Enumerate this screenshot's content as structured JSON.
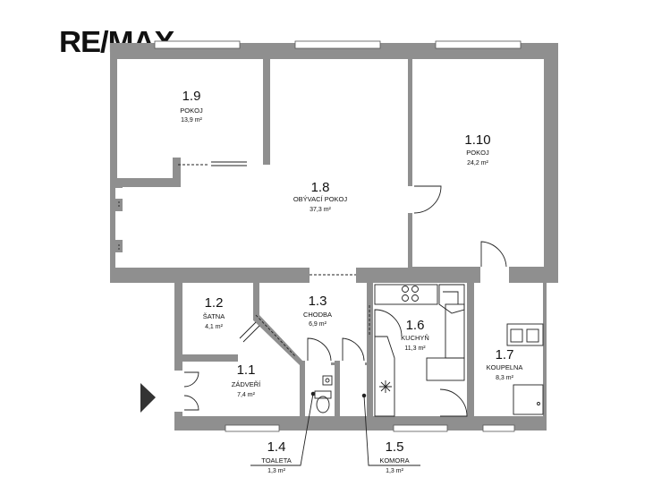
{
  "brand": {
    "logo_text": "RE/MAX"
  },
  "rooms": [
    {
      "id": "r19",
      "number": "1.9",
      "name": "POKOJ",
      "area": "13,9 m²"
    },
    {
      "id": "r18",
      "number": "1.8",
      "name": "OBÝVACÍ POKOJ",
      "area": "37,3 m²"
    },
    {
      "id": "r110",
      "number": "1.10",
      "name": "POKOJ",
      "area": "24,2 m²"
    },
    {
      "id": "r12",
      "number": "1.2",
      "name": "ŠATNA",
      "area": "4,1 m²"
    },
    {
      "id": "r13",
      "number": "1.3",
      "name": "CHODBA",
      "area": "6,9 m²"
    },
    {
      "id": "r16",
      "number": "1.6",
      "name": "KUCHYŇ",
      "area": "11,3 m²"
    },
    {
      "id": "r17",
      "number": "1.7",
      "name": "KOUPELNA",
      "area": "8,3 m²"
    },
    {
      "id": "r11",
      "number": "1.1",
      "name": "ZÁDVEŘÍ",
      "area": "7,4 m²"
    },
    {
      "id": "r14",
      "number": "1.4",
      "name": "TOALETA",
      "area": "1,3 m²"
    },
    {
      "id": "r15",
      "number": "1.5",
      "name": "KOMORA",
      "area": "1,3 m²"
    }
  ],
  "colors": {
    "wall": "#8f8f8f",
    "window": "#d9d9d9",
    "line": "#222222",
    "entrance_arrow": "#333333"
  },
  "icons": {
    "entrance": "entrance-arrow-icon",
    "stove": "stove-icon",
    "sink": "sink-icon",
    "toilet": "toilet-icon",
    "shower": "shower-tray-icon",
    "fan": "ventilation-icon"
  }
}
